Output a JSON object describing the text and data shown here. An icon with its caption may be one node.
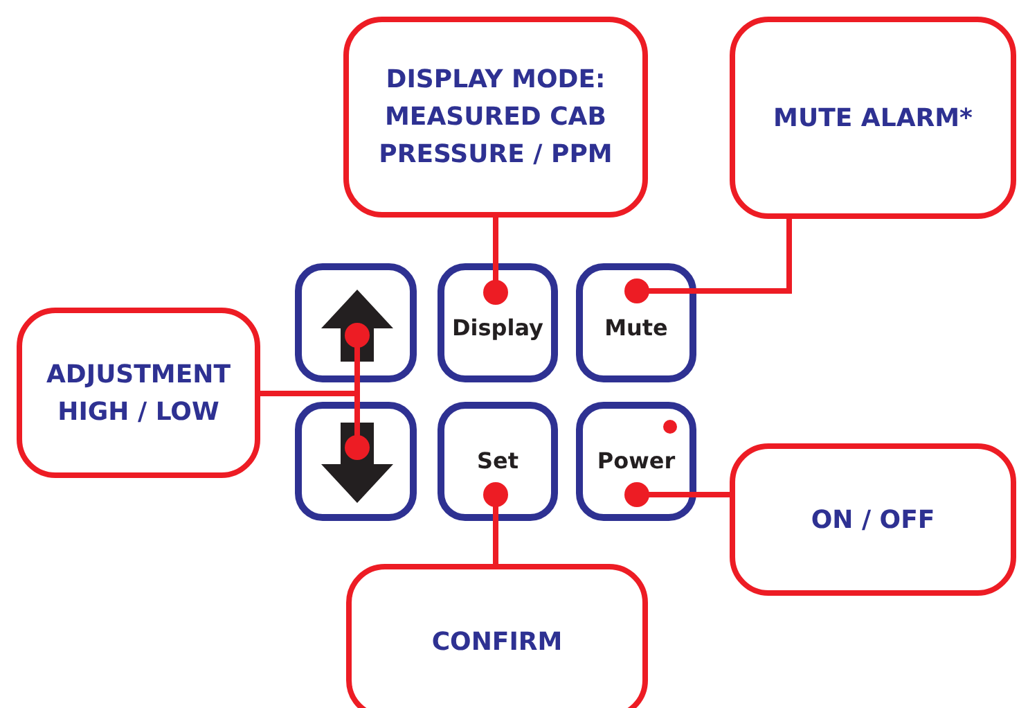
{
  "diagram": {
    "nodes": [
      {
        "text": [
          "DISPLAY MODE: MEASURED CAB PRESSURE / PPM"
        ]
      },
      {
        "text": [
          "MUTE ALARM*"
        ]
      },
      {
        "text": [],
        "shape": "box"
      },
      {
        "text": [
          "Display"
        ]
      },
      {
        "text": [
          "Mute"
        ]
      },
      {
        "text": [
          "ADJUSTMENT HIGH / LOW"
        ]
      },
      {
        "text": [],
        "shape": "box"
      },
      {
        "text": [
          "Set"
        ]
      },
      {
        "text": [
          "Power"
        ]
      },
      {
        "text": [
          "ON / OFF"
        ]
      },
      {
        "text": [
          "CONFIRM"
        ]
      }
    ],
    "edges": [
      {
        "from": 0,
        "to": 3,
        "arrow": "other"
      },
      {
        "from": 1,
        "to": 4,
        "arrow": "other"
      },
      {
        "from": 5,
        "to": 2,
        "arrow": "other"
      },
      {
        "from": 5,
        "to": 6,
        "arrow": "other"
      },
      {
        "from": 9,
        "to": 8,
        "arrow": "other"
      },
      {
        "from": 10,
        "to": 7,
        "arrow": "other"
      }
    ]
  }
}
